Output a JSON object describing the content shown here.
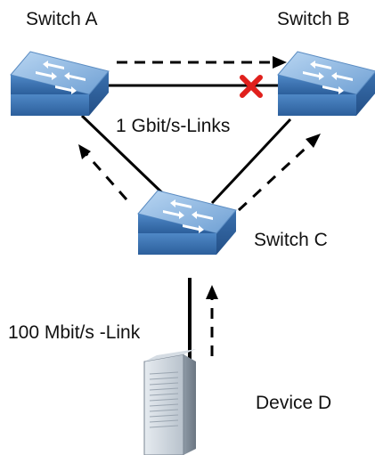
{
  "labels": {
    "switch_a": "Switch A",
    "switch_b": "Switch B",
    "switch_c": "Switch C",
    "device_d": "Device D",
    "gbit_links": "1 Gbit/s-Links",
    "mbit_link": "100 Mbit/s -Link"
  },
  "icons": {
    "switch": "network-switch-icon",
    "server": "server-tower-icon",
    "blocked": "red-x-blocked-icon",
    "arrow": "dashed-arrow-icon"
  },
  "colors": {
    "switch_top": "#8fb8e0",
    "switch_side": "#3d78b8",
    "blocked_mark": "#e0201c",
    "link": "#000000"
  }
}
